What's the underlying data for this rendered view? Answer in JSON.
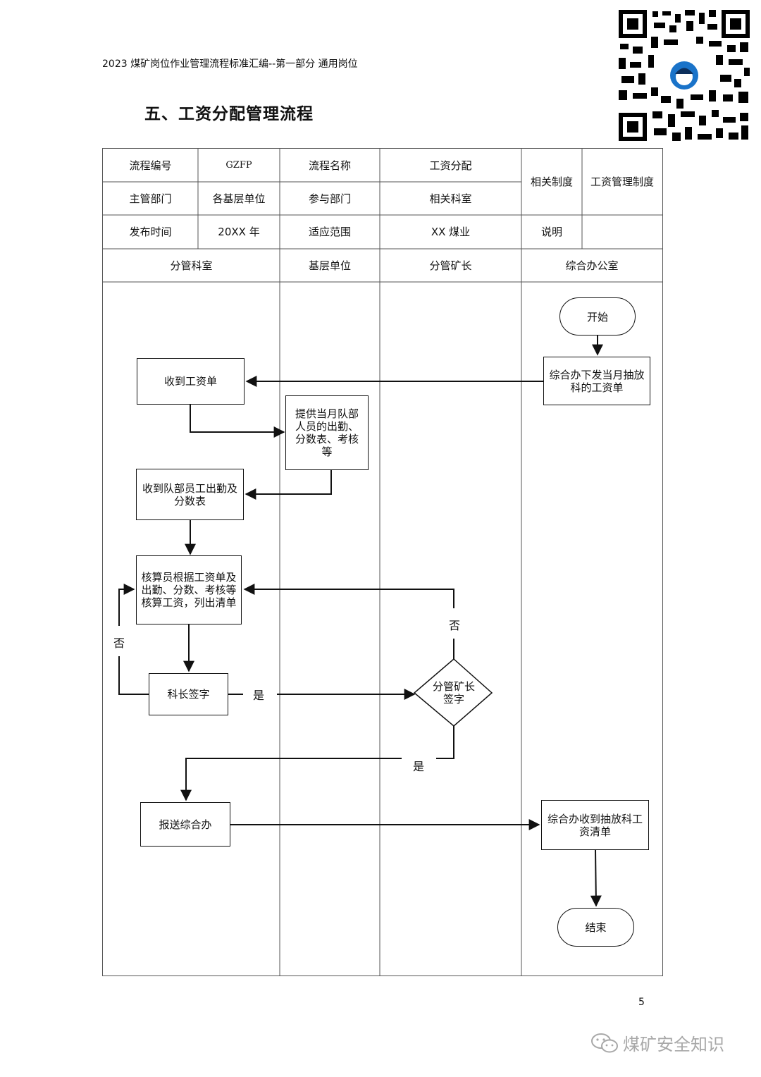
{
  "header": {
    "running_title": "2023 煤矿岗位作业管理流程标准汇编--第一部分  通用岗位"
  },
  "title": "五、工资分配管理流程",
  "info_table": {
    "r1": {
      "c1": "流程编号",
      "c2": "GZFP",
      "c3": "流程名称",
      "c4": "工资分配",
      "c5": "相关制度",
      "c6": "工资管理制度"
    },
    "r2": {
      "c1": "主管部门",
      "c2": "各基层单位",
      "c3": "参与部门",
      "c4": "相关科室"
    },
    "r3": {
      "c1": "发布时间",
      "c2": "20XX 年",
      "c3": "适应范围",
      "c4": "XX 煤业",
      "c5": "说明",
      "c6": ""
    }
  },
  "lanes": [
    "分管科室",
    "基层单位",
    "分管矿长",
    "综合办公室"
  ],
  "flow": {
    "start": "开始",
    "issue_payroll": "综合办下发当月抽放科的工资单",
    "receive_payroll": "收到工资单",
    "provide_attendance": "提供当月队部人员的出勤、分数表、考核等",
    "receive_attendance": "收到队部员工出勤及分数表",
    "calculate": "核算员根据工资单及出勤、分数、考核等核算工资，列出清单",
    "chief_sign": "科长签字",
    "mine_head_sign": "分管矿长签字",
    "submit_office": "报送综合办",
    "office_receive": "综合办收到抽放科工资清单",
    "end": "结束",
    "label_no_left": "否",
    "label_no_right": "否",
    "label_yes_1": "是",
    "label_yes_2": "是"
  },
  "page_number": "5",
  "watermark": "煤矿安全知识"
}
